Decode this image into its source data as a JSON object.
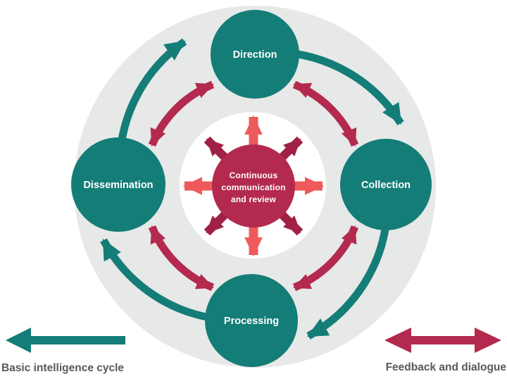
{
  "colors": {
    "teal": "#147d77",
    "crimson": "#b32a4e",
    "crimson_dark": "#a02145",
    "salmon": "#ee5a5b",
    "ring_gray": "#e7e8e8",
    "inner_white": "#ffffff",
    "label_gray": "#58595b"
  },
  "diagram": {
    "nodes": [
      {
        "id": "direction",
        "label": "Direction"
      },
      {
        "id": "collection",
        "label": "Collection"
      },
      {
        "id": "processing",
        "label": "Processing"
      },
      {
        "id": "dissemination",
        "label": "Dissemination"
      }
    ],
    "center": {
      "lines": [
        "Continuous",
        "communication",
        "and review"
      ]
    }
  },
  "legend": {
    "basic_cycle": "Basic intelligence cycle",
    "feedback": "Feedback and dialogue"
  }
}
